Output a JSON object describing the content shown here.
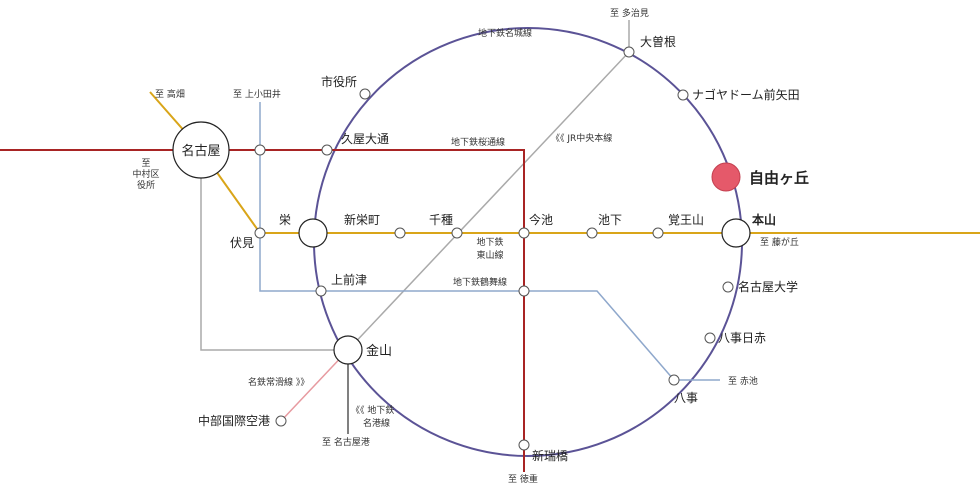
{
  "colors": {
    "meijo": "#5b5396",
    "sakuradori": "#a82424",
    "higashiyama": "#d9a519",
    "tsurumai": "#8fa8cc",
    "jr": "#aaaaaa",
    "meitetsu": "#e79aa0",
    "meiko": "#555555",
    "highlight": "#e5596a"
  },
  "lines": {
    "meijo": "地下鉄名城線",
    "sakuradori": "地下鉄桜通線",
    "jr": "《《 JR中央本線",
    "higashiyama_1": "地下鉄",
    "higashiyama_2": "東山線",
    "tsurumai": "地下鉄鶴舞線",
    "meitetsu": "名鉄常滑線 》》",
    "meiko_1": "《《 地下鉄",
    "meiko_2": "名港線"
  },
  "stations": {
    "nagoya": "名古屋",
    "shiyakusho": "市役所",
    "hisaya": "久屋大通",
    "ozone": "大曽根",
    "nagoyadome": "ナゴヤドーム前矢田",
    "jiyugaoka": "自由ヶ丘",
    "sakae": "栄",
    "shinsakae": "新栄町",
    "chikusa": "千種",
    "imaike": "今池",
    "ikeshita": "池下",
    "kakuozan": "覚王山",
    "motoyama": "本山",
    "fushimi": "伏見",
    "kamimaezu": "上前津",
    "nagoyadaigaku": "名古屋大学",
    "yagotonisseki": "八事日赤",
    "kanayama": "金山",
    "yagoto": "八事",
    "airport": "中部国際空港",
    "shinmizuhashi": "新瑞橋"
  },
  "directions": {
    "takabata": "至 高畑",
    "kamiotai": "至 上小田井",
    "tajimi": "至 多治見",
    "nakamura_1": "至",
    "nakamura_2": "中村区",
    "nakamura_3": "役所",
    "fujigaoka": "至 藤が丘",
    "akaike": "至 赤池",
    "nagoyako": "至 名古屋港",
    "tokushige": "至 徳重"
  }
}
